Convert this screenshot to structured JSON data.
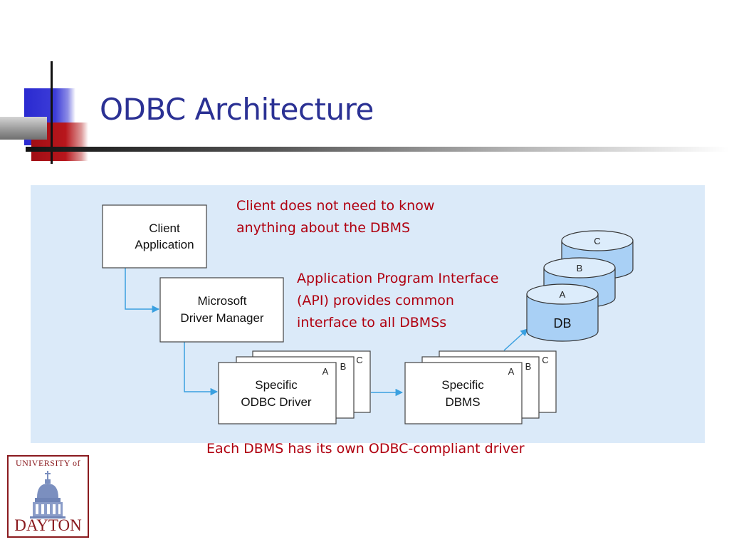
{
  "slide": {
    "title": "ODBC Architecture",
    "caption": "Each DBMS has its own ODBC-compliant driver"
  },
  "diagram": {
    "client": [
      "Client",
      "Application"
    ],
    "driver_manager": [
      "Microsoft",
      "Driver Manager"
    ],
    "odbc_driver": [
      "Specific",
      "ODBC Driver"
    ],
    "dbms": [
      "Specific",
      "DBMS"
    ],
    "stack_tabs": [
      "A",
      "B",
      "C"
    ],
    "db_labels": [
      "C",
      "B",
      "A"
    ],
    "db_name": "DB"
  },
  "notes": {
    "client": "Client does not need to know anything about the DBMS",
    "api": "Application Program Interface (API) provides common interface to all DBMSs"
  },
  "logo": {
    "top": "UNIVERSITY of",
    "bottom": "DAYTON"
  },
  "colors": {
    "title": "#2b3194",
    "note": "#b00010",
    "panel": "#dbeaf9",
    "arrow": "#3aa0e0",
    "db_fill": "#a9d0f5",
    "logo": "#8a1a1e"
  }
}
